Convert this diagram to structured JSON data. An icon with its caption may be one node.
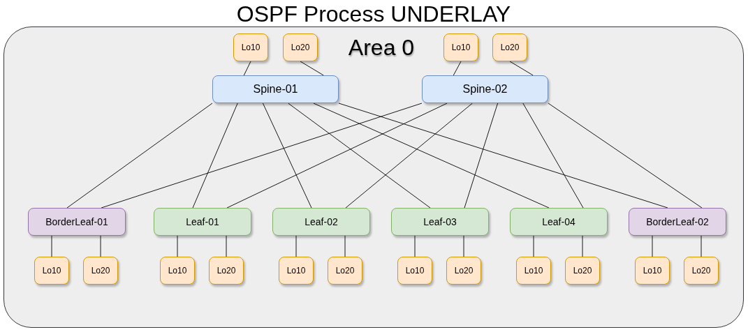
{
  "diagram": {
    "nodes": [
      {
        "text": [
          "OSPF Process UNDERLAY",
          "Area 0"
        ]
      },
      {
        "text": [
          "Lo10"
        ],
        "in": 0
      },
      {
        "text": [
          "Lo20"
        ],
        "in": 0
      },
      {
        "text": [
          "Lo10"
        ],
        "in": 0
      },
      {
        "text": [
          "Lo20"
        ],
        "in": 0
      },
      {
        "text": [
          "Spine-01"
        ],
        "in": 0
      },
      {
        "text": [
          "Spine-02"
        ],
        "in": 0
      },
      {
        "text": [
          "BorderLeaf-01"
        ],
        "in": 0
      },
      {
        "text": [
          "Leaf-01"
        ],
        "in": 0
      },
      {
        "text": [
          "Leaf-02"
        ],
        "in": 0
      },
      {
        "text": [
          "Leaf-03"
        ],
        "in": 0
      },
      {
        "text": [
          "Leaf-04"
        ],
        "in": 0
      },
      {
        "text": [
          "BorderLeaf-02"
        ],
        "in": 0
      },
      {
        "text": [
          "Lo10"
        ],
        "in": 0
      },
      {
        "text": [
          "Lo20"
        ],
        "in": 0
      },
      {
        "text": [
          "Lo10"
        ],
        "in": 0
      },
      {
        "text": [
          "Lo20"
        ],
        "in": 0
      },
      {
        "text": [
          "Lo10"
        ],
        "in": 0
      },
      {
        "text": [
          "Lo20"
        ],
        "in": 0
      },
      {
        "text": [
          "Lo10"
        ],
        "in": 0
      },
      {
        "text": [
          "Lo20"
        ],
        "in": 0
      },
      {
        "text": [
          "Lo10"
        ],
        "in": 0
      },
      {
        "text": [
          "Lo20"
        ],
        "in": 0
      },
      {
        "text": [
          "Lo10"
        ],
        "in": 0
      },
      {
        "text": [
          "Lo20"
        ],
        "in": 0
      }
    ],
    "edges": [
      {
        "from": 1,
        "to": 5,
        "arrow": "none"
      },
      {
        "from": 2,
        "to": 5,
        "arrow": "none"
      },
      {
        "from": 3,
        "to": 6,
        "arrow": "none"
      },
      {
        "from": 4,
        "to": 6,
        "arrow": "none"
      },
      {
        "from": 5,
        "to": 7,
        "arrow": "none"
      },
      {
        "from": 5,
        "to": 8,
        "arrow": "none"
      },
      {
        "from": 5,
        "to": 9,
        "arrow": "none"
      },
      {
        "from": 5,
        "to": 10,
        "arrow": "none"
      },
      {
        "from": 5,
        "to": 11,
        "arrow": "none"
      },
      {
        "from": 5,
        "to": 12,
        "arrow": "none"
      },
      {
        "from": 6,
        "to": 7,
        "arrow": "none"
      },
      {
        "from": 6,
        "to": 8,
        "arrow": "none"
      },
      {
        "from": 6,
        "to": 9,
        "arrow": "none"
      },
      {
        "from": 6,
        "to": 10,
        "arrow": "none"
      },
      {
        "from": 6,
        "to": 11,
        "arrow": "none"
      },
      {
        "from": 6,
        "to": 12,
        "arrow": "none"
      },
      {
        "from": 7,
        "to": 13,
        "arrow": "none"
      },
      {
        "from": 7,
        "to": 14,
        "arrow": "none"
      },
      {
        "from": 8,
        "to": 15,
        "arrow": "none"
      },
      {
        "from": 8,
        "to": 16,
        "arrow": "none"
      },
      {
        "from": 9,
        "to": 17,
        "arrow": "none"
      },
      {
        "from": 9,
        "to": 18,
        "arrow": "none"
      },
      {
        "from": 10,
        "to": 19,
        "arrow": "none"
      },
      {
        "from": 10,
        "to": 20,
        "arrow": "none"
      },
      {
        "from": 11,
        "to": 21,
        "arrow": "none"
      },
      {
        "from": 11,
        "to": 22,
        "arrow": "none"
      },
      {
        "from": 12,
        "to": 23,
        "arrow": "none"
      },
      {
        "from": 12,
        "to": 24,
        "arrow": "none"
      }
    ]
  }
}
